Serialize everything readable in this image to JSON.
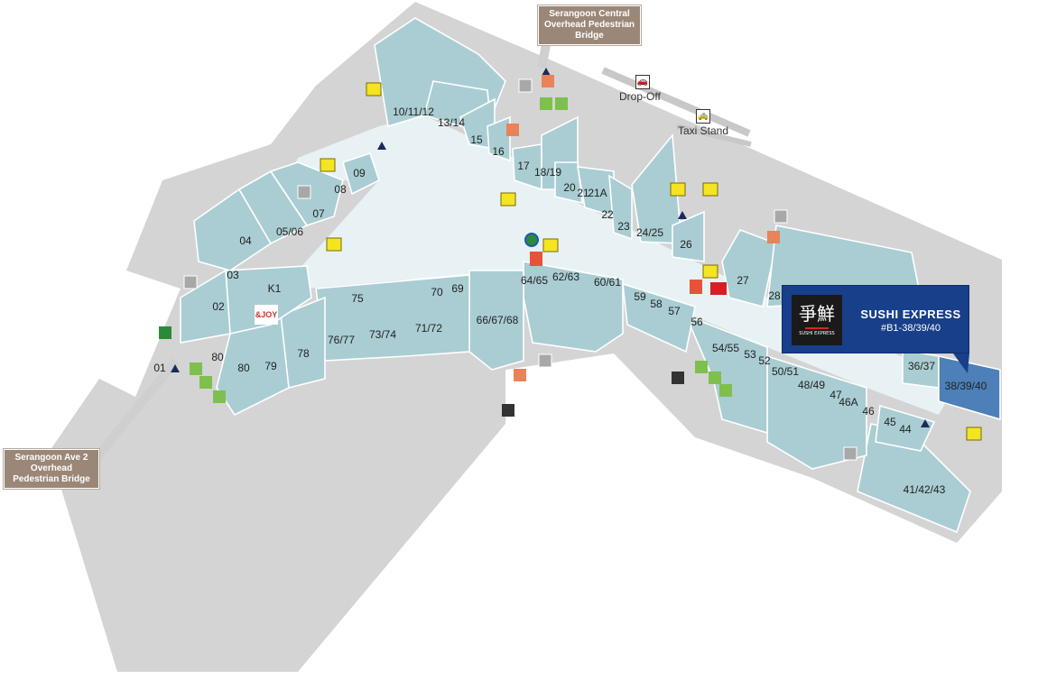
{
  "signs": {
    "serangoon_central": "Serangoon Central Overhead Pedestrian Bridge",
    "serangoon_ave2": "Serangoon Ave 2 Overhead Pedestrian Bridge"
  },
  "poi": {
    "drop_off": "Drop-Off",
    "taxi_stand": "Taxi Stand"
  },
  "callout": {
    "logo_glyphs": "爭鮮",
    "logo_text": "SUSHI EXPRESS",
    "name": "SUSHI EXPRESS",
    "unit": "#B1-38/39/40"
  },
  "kiosk_logo": "&JOY",
  "colors": {
    "unit": "#a9cdd3",
    "selected_unit": "#4d7fb8",
    "floor": "#d4d4d4",
    "sign": "#9b8778",
    "callout": "#173f8a",
    "escalator": "#f4e422",
    "lift": "#e8835a"
  },
  "units": [
    "01",
    "02",
    "03",
    "04",
    "05/06",
    "07",
    "08",
    "09",
    "10/11/12",
    "13/14",
    "15",
    "16",
    "17",
    "18/19",
    "20",
    "21",
    "21A",
    "22",
    "23",
    "24/25",
    "26",
    "27",
    "28",
    "36/37",
    "38/39/40",
    "41/42/43",
    "44",
    "45",
    "46",
    "46A",
    "47",
    "48/49",
    "50/51",
    "52",
    "53",
    "54/55",
    "56",
    "57",
    "58",
    "59",
    "60/61",
    "62/63",
    "64/65",
    "66/67/68",
    "69",
    "70",
    "71/72",
    "73/74",
    "75",
    "76/77",
    "78",
    "79",
    "80",
    "80",
    "K1"
  ]
}
